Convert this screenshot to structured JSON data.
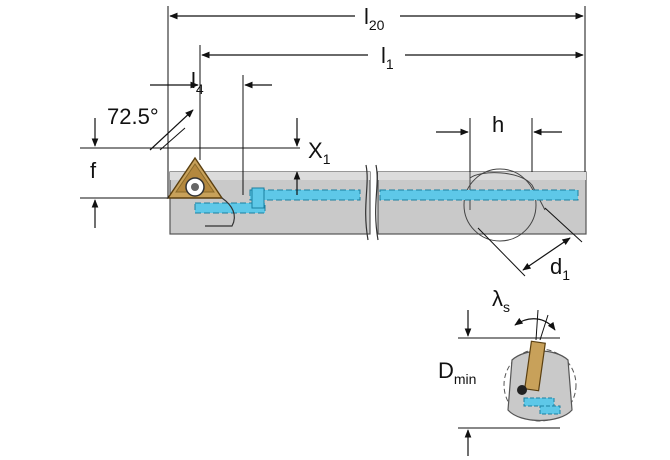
{
  "dimensions": {
    "l20": {
      "main": "l",
      "sub": "20"
    },
    "l1": {
      "main": "l",
      "sub": "1"
    },
    "l4": {
      "main": "l",
      "sub": "4"
    },
    "angle": "72.5°",
    "f": "f",
    "x1": {
      "main": "X",
      "sub": "1"
    },
    "h": "h",
    "d1": {
      "main": "d",
      "sub": "1"
    },
    "lambda_s": {
      "main": "λ",
      "sub": "s"
    },
    "dmin": {
      "main": "D",
      "sub": "min"
    }
  },
  "colors": {
    "shank": "#c9c9c9",
    "shank_edge": "#555555",
    "coolant": "#5ec8e8",
    "insert": "#c8a15a",
    "insert_dark": "#8a6a2a"
  }
}
